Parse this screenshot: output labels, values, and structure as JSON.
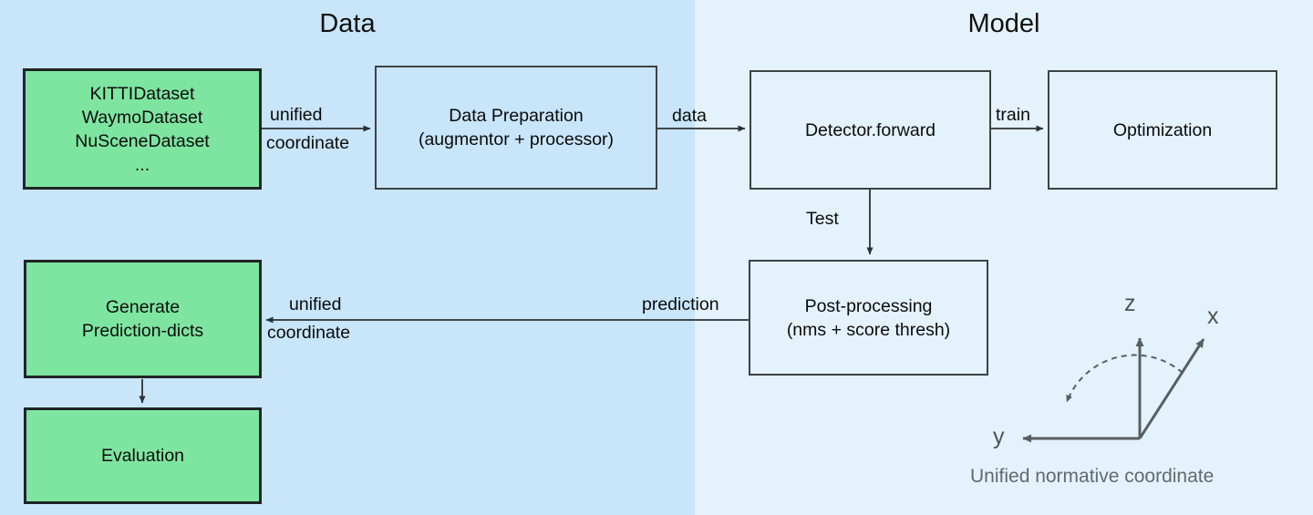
{
  "panes": {
    "data": {
      "title": "Data",
      "bg": "#c8e5f9"
    },
    "model": {
      "title": "Model",
      "bg": "#e4f2fb"
    }
  },
  "nodes": {
    "datasets": {
      "lines": [
        "KITTIDataset",
        "WaymoDataset",
        "NuSceneDataset",
        "..."
      ],
      "fill": "#7ee5a0"
    },
    "data_preparation": {
      "lines": [
        "Data Preparation",
        "(augmentor + processor)"
      ],
      "fill": "transparent"
    },
    "detector_forward": {
      "lines": [
        "Detector.forward"
      ],
      "fill": "transparent"
    },
    "optimization": {
      "lines": [
        "Optimization"
      ],
      "fill": "transparent"
    },
    "post_processing": {
      "lines": [
        "Post-processing",
        "(nms + score thresh)"
      ],
      "fill": "transparent"
    },
    "generate_prediction_dicts": {
      "lines": [
        "Generate",
        "Prediction-dicts"
      ],
      "fill": "#7ee5a0"
    },
    "evaluation": {
      "lines": [
        "Evaluation"
      ],
      "fill": "#7ee5a0"
    }
  },
  "edges": {
    "datasets_to_prep": {
      "line1": "unified",
      "line2": "coordinate"
    },
    "prep_to_detector": {
      "line1": "data"
    },
    "detector_to_optimization": {
      "line1": "train"
    },
    "detector_to_post": {
      "line1": "Test"
    },
    "post_to_generate_left": {
      "line1": "prediction"
    },
    "post_to_generate_right": {
      "line1": "unified",
      "line2": "coordinate"
    }
  },
  "coordinate_frame": {
    "axes": [
      "z",
      "x",
      "y"
    ],
    "caption": "Unified normative coordinate",
    "stroke": "#585e61"
  },
  "colors": {
    "green_fill": "#7ee5a0",
    "green_stroke": "#1f2526",
    "box_stroke": "#3d4245",
    "text": "#0b0b0b",
    "muted_text": "#636a6d"
  }
}
